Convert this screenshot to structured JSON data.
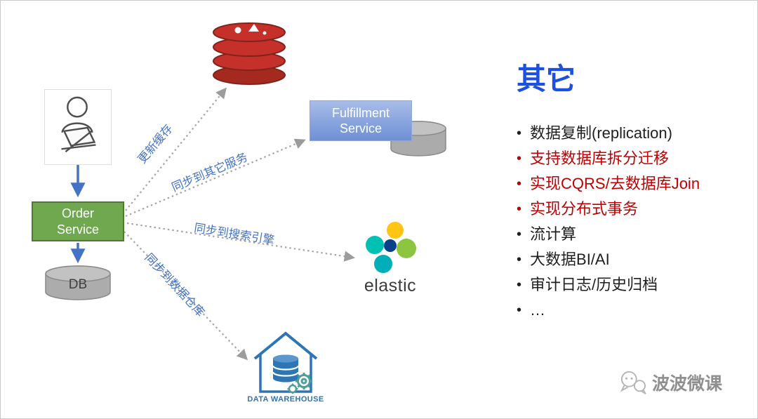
{
  "canvas": {
    "background": "#ffffff",
    "border_color": "#c9c9c9"
  },
  "diagram": {
    "user": {
      "icon": "person-with-laptop"
    },
    "order_service": {
      "label": "Order\nService",
      "fill": "#6FA84F",
      "border": "#4F7A32",
      "text_color": "#ffffff"
    },
    "db": {
      "label": "DB",
      "fill": "#ACACAC"
    },
    "redis": {
      "icon": "redis-logo",
      "color": "#C6302B"
    },
    "fulfillment": {
      "label": "Fulfillment\nService",
      "fill_top": "#A8BCE8",
      "fill_bottom": "#6E90D5",
      "text_color": "#ffffff"
    },
    "elastic": {
      "label": "elastic"
    },
    "warehouse": {
      "label": "DATA WAREHOUSE",
      "color": "#2E75B6"
    },
    "arrows": {
      "label_color": "#4472C4",
      "to_redis": {
        "label": "更新缓存"
      },
      "to_fulfillment": {
        "label": "同步到其它服务"
      },
      "to_elastic": {
        "label": "同步到搜索引擎"
      },
      "to_warehouse": {
        "label": "同步到数据仓库"
      }
    }
  },
  "panel": {
    "title": "其它",
    "title_color": "#1B50E2",
    "bullet": "•",
    "items": [
      {
        "text": "数据复制(replication)",
        "color": "#1f1f1f"
      },
      {
        "text": "支持数据库拆分迁移",
        "color": "#C00000"
      },
      {
        "text": "实现CQRS/去数据库Join",
        "color": "#C00000"
      },
      {
        "text": "实现分布式事务",
        "color": "#C00000"
      },
      {
        "text": "流计算",
        "color": "#1f1f1f"
      },
      {
        "text": "大数据BI/AI",
        "color": "#1f1f1f"
      },
      {
        "text": "审计日志/历史归档",
        "color": "#1f1f1f"
      },
      {
        "text": "…",
        "color": "#1f1f1f"
      }
    ]
  },
  "watermark": {
    "text": "波波微课",
    "color": "#8f8f8f"
  }
}
